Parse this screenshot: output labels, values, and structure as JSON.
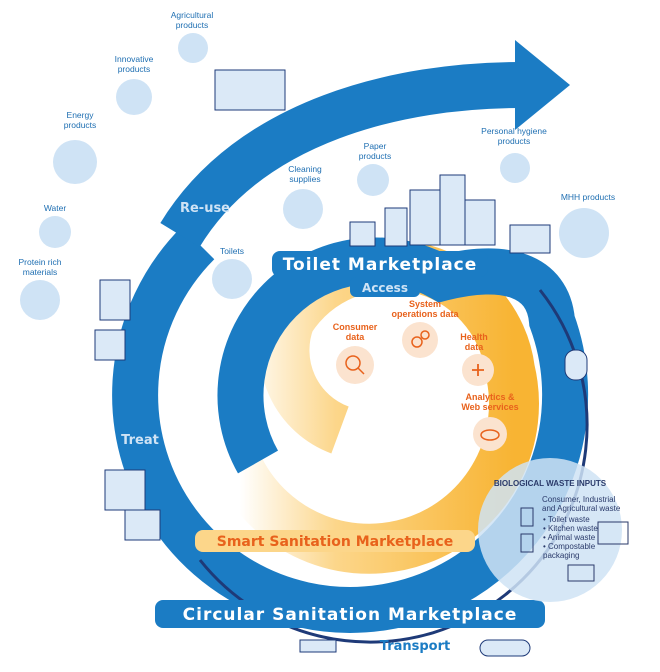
{
  "colors": {
    "blue": "#1b7cc4",
    "dark_blue": "#1e3a78",
    "light_blue": "#cfe3f5",
    "yellow": "#f8b433",
    "orange": "#e8621c",
    "peach": "#fbe3cf"
  },
  "rings": {
    "outer": "Circular Sanitation Marketplace",
    "inner": "Toilet Marketplace",
    "smart": "Smart Sanitation Marketplace",
    "stages": {
      "reuse": "Re-use",
      "access": "Access",
      "treat": "Treat",
      "transport": "Transport"
    }
  },
  "products": [
    {
      "label1": "Agricultural",
      "label2": "products",
      "icon": "farm-icon"
    },
    {
      "label1": "Innovative",
      "label2": "products",
      "icon": "microscope-icon"
    },
    {
      "label1": "Energy",
      "label2": "products",
      "icon": "lightbulb-icon"
    },
    {
      "label1": "Water",
      "label2": "",
      "icon": "water-drop-icon"
    },
    {
      "label1": "Protein rich",
      "label2": "materials",
      "icon": "protein-icon"
    },
    {
      "label1": "Toilets",
      "label2": "",
      "icon": "toilet-icon"
    },
    {
      "label1": "Cleaning",
      "label2": "supplies",
      "icon": "spray-bottle-icon"
    },
    {
      "label1": "Paper",
      "label2": "products",
      "icon": "toilet-paper-icon"
    },
    {
      "label1": "Personal hygiene",
      "label2": "products",
      "icon": "soap-icon"
    },
    {
      "label1": "MHH products",
      "label2": "",
      "icon": "menstrual-products-icon"
    }
  ],
  "data_items": [
    {
      "label1": "Consumer",
      "label2": "data",
      "icon": "user-search-icon"
    },
    {
      "label1": "System",
      "label2": "operations data",
      "icon": "gears-icon"
    },
    {
      "label1": "Health",
      "label2": "data",
      "icon": "first-aid-icon"
    },
    {
      "label1": "Analytics &",
      "label2": "Web services",
      "icon": "cloud-icon"
    }
  ],
  "bio_waste": {
    "title": "BIOLOGICAL WASTE INPUTS",
    "line1": "Consumer, Industrial",
    "line2": "and Agricultural waste",
    "items": [
      "• Toilet waste",
      "• Kitchen waste",
      "• Animal waste",
      "• Compostable"
    ],
    "last": "packaging"
  }
}
